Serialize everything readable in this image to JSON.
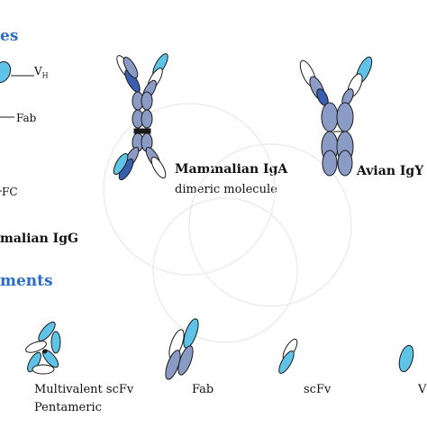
{
  "sections": {
    "top_heading": "es",
    "bottom_heading": "ments"
  },
  "labels": {
    "vh": "V",
    "vh_sub": "H",
    "fab_top": "Fab",
    "fc": "FC",
    "mammalian_igg": "malian IgG",
    "mammalian_iga": "Mammalian IgA",
    "dimeric": "dimeric molecule",
    "avian_igy": "Avian IgY",
    "multivalent": "Multivalent scFv",
    "pentameric": "Pentameric",
    "fab_bottom": "Fab",
    "scfv": "scFv",
    "v_cut": "V"
  },
  "colors": {
    "heading": "#2b6cc4",
    "light_blue": "#5fc3e8",
    "dark_blue": "#3a5fb0",
    "gray_blue": "#8a9cc6",
    "outline": "#1a1a1a"
  }
}
